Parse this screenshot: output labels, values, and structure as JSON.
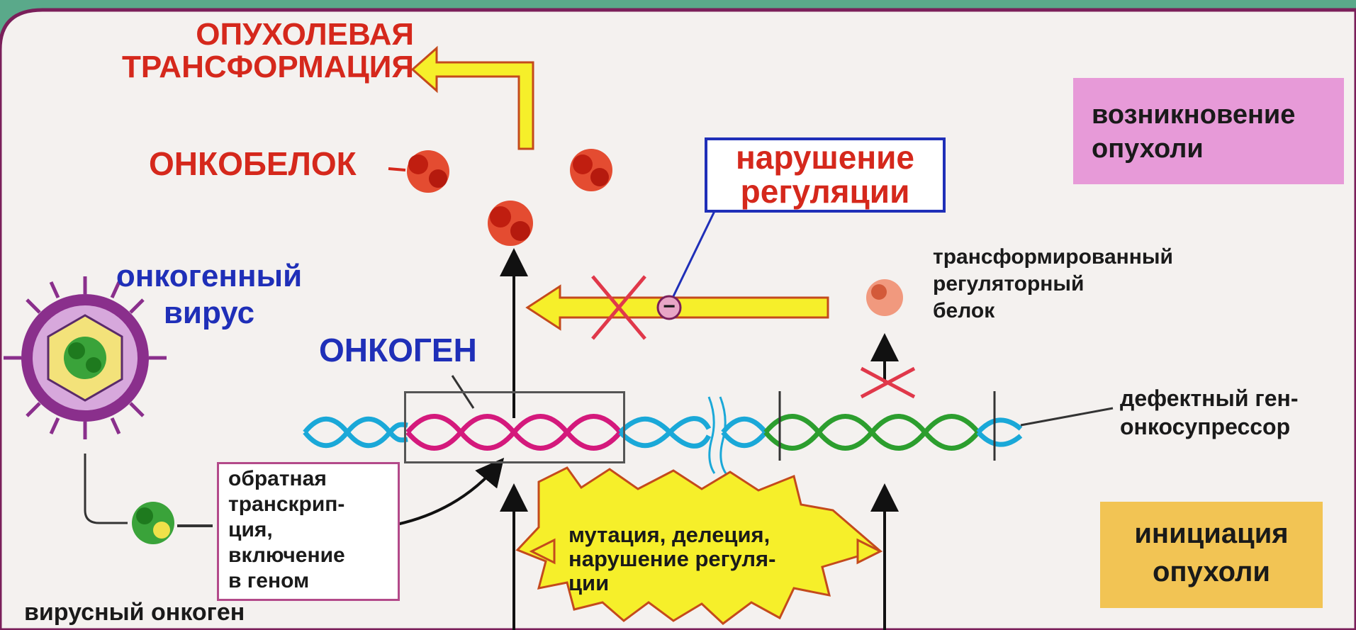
{
  "labels": {
    "tumor_transformation": "ОПУХОЛЕВАЯ\nТРАНСФОРМАЦИЯ",
    "oncoprotein": "ОНКОБЕЛОК",
    "regulation_disruption": "нарушение\nрегуляции",
    "tumor_emergence": "возникновение\nопухоли",
    "oncogenic_virus": "онкогенный\nвирус",
    "transformed_regulatory_protein": "трансформированный\nрегуляторный\nбелок",
    "oncogene": "ОНКОГЕН",
    "defective_gene": "дефектный ген-\nонкосупрессор",
    "reverse_transcription": "обратная\nтранскрип-\nция,\nвключение\nв геном",
    "mutation": "мутация, делеция,\nнарушение регуля-\nции",
    "tumor_initiation": "инициация\nопухоли",
    "viral_oncogene": "вирусный онкоген",
    "minus_sign": "−"
  },
  "colors": {
    "red_text": "#d5281c",
    "blue_text": "#1f2fb8",
    "yellow_arrow": "#f6ef2a",
    "magenta_strand": "#d4197c",
    "cyan_strand": "#1aa8d8",
    "green_strand": "#2c9e2e",
    "pink_box": "#e79ad8",
    "orange_box": "#f2c454",
    "virus_purple": "#8a2f8c"
  }
}
